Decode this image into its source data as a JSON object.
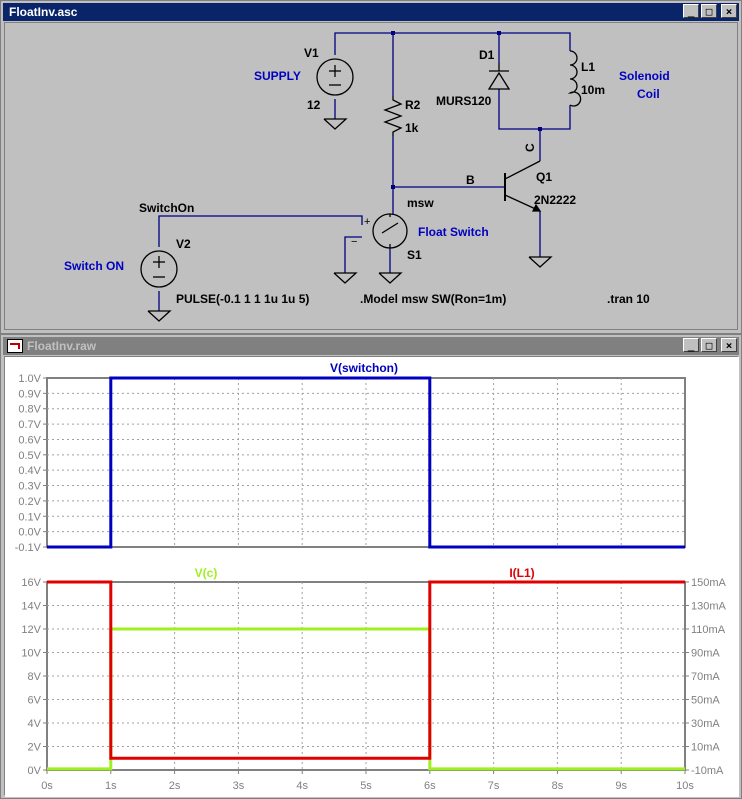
{
  "schematic_window": {
    "title": "FloatInv.asc",
    "labels": {
      "v1": "V1",
      "v1_value": "12",
      "supply": "SUPPLY",
      "r2": "R2",
      "r2_value": "1k",
      "d1": "D1",
      "d1_model": "MURS120",
      "l1": "L1",
      "l1_value": "10m",
      "solenoid": "Solenoid",
      "coil": "Coil",
      "c_net": "C",
      "b_net": "B",
      "q1": "Q1",
      "q1_model": "2N2222",
      "msw": "msw",
      "float_switch": "Float Switch",
      "s1": "S1",
      "switchon_net": "SwitchOn",
      "v2": "V2",
      "switch_on": "Switch ON",
      "pulse": "PULSE(-0.1 1 1 1u 1u 5)",
      "model": ".Model msw SW(Ron=1m)",
      "tran": ".tran 10"
    },
    "colors": {
      "wire": "#000080",
      "label": "#0000c0",
      "body": "#000000",
      "background": "#c0c0c0"
    }
  },
  "waveform_window": {
    "title": "FloatInv.raw",
    "window_buttons": {
      "minimize": "_",
      "maximize": "□",
      "close": "×"
    }
  },
  "chart_data": [
    {
      "type": "line",
      "title": "V(switchon)",
      "y_ticks": [
        "1.0V",
        "0.9V",
        "0.8V",
        "0.7V",
        "0.6V",
        "0.5V",
        "0.4V",
        "0.3V",
        "0.2V",
        "0.1V",
        "0.0V",
        "-0.1V"
      ],
      "ylim": [
        -0.1,
        1.0
      ],
      "xlim": [
        0,
        10
      ],
      "grid": true,
      "series": [
        {
          "name": "V(switchon)",
          "color": "#0000c0",
          "x": [
            0,
            1,
            1,
            6,
            6,
            10
          ],
          "y": [
            -0.1,
            -0.1,
            1.0,
            1.0,
            -0.1,
            -0.1
          ]
        }
      ]
    },
    {
      "type": "line",
      "title_left": "V(c)",
      "title_right": "I(L1)",
      "y_ticks_left": [
        "16V",
        "14V",
        "12V",
        "10V",
        "8V",
        "6V",
        "4V",
        "2V",
        "0V"
      ],
      "y_ticks_right": [
        "150mA",
        "130mA",
        "110mA",
        "90mA",
        "70mA",
        "50mA",
        "30mA",
        "10mA",
        "-10mA"
      ],
      "ylim_left": [
        0,
        16
      ],
      "ylim_right": [
        -10,
        150
      ],
      "x_ticks": [
        "0s",
        "1s",
        "2s",
        "3s",
        "4s",
        "5s",
        "6s",
        "7s",
        "8s",
        "9s",
        "10s"
      ],
      "xlim": [
        0,
        10
      ],
      "grid": true,
      "series": [
        {
          "name": "V(c)",
          "axis": "left",
          "color": "#a0f020",
          "x": [
            0,
            1,
            1,
            6,
            6,
            10
          ],
          "y": [
            0.1,
            0.1,
            12,
            12,
            0.1,
            0.1
          ]
        },
        {
          "name": "I(L1)",
          "axis": "right",
          "color": "#e00000",
          "x": [
            0,
            1,
            1,
            6,
            6,
            10
          ],
          "y": [
            150,
            150,
            0,
            0,
            150,
            150
          ]
        }
      ]
    }
  ]
}
